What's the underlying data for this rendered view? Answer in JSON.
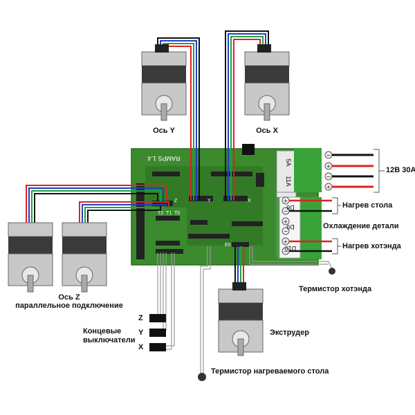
{
  "board": {
    "name": "RAMPS 1.4",
    "label_5a": "5A",
    "label_11a": "11A",
    "label_d8": "D8",
    "label_d9": "D9",
    "label_d10": "D10",
    "label_t0": "T0",
    "label_t1": "T1",
    "label_t2": "T2",
    "label_e0": "E0",
    "label_x": "X",
    "label_y": "Y",
    "label_z": "Z",
    "plus": "+",
    "minus": "−"
  },
  "labels": {
    "axis_y": "Ось Y",
    "axis_x": "Ось X",
    "axis_z": "Ось Z",
    "axis_z_sub": "параллельное подключение",
    "power": "12В 30А",
    "bed_heat": "Нагрев стола",
    "part_cooling": "Охлаждение детали",
    "hotend_heat": "Нагрев хотэнда",
    "hotend_thermistor": "Термистор хотэнда",
    "extruder": "Экструдер",
    "bed_thermistor": "Термистор нагреваемого стола",
    "endstops_line1": "Концевые",
    "endstops_line2": "выключатели",
    "endstop_z": "Z",
    "endstop_y": "Y",
    "endstop_x": "X"
  },
  "colors": {
    "board": "#3c8a2e",
    "board_dark": "#2a6a20",
    "terminal": "#39a33a",
    "wire_red": "#e02020",
    "wire_blue": "#2040c0",
    "wire_green": "#20a040",
    "wire_black": "#111111",
    "motor_body": "#c8c8c8",
    "motor_dark": "#3a3a3a"
  }
}
